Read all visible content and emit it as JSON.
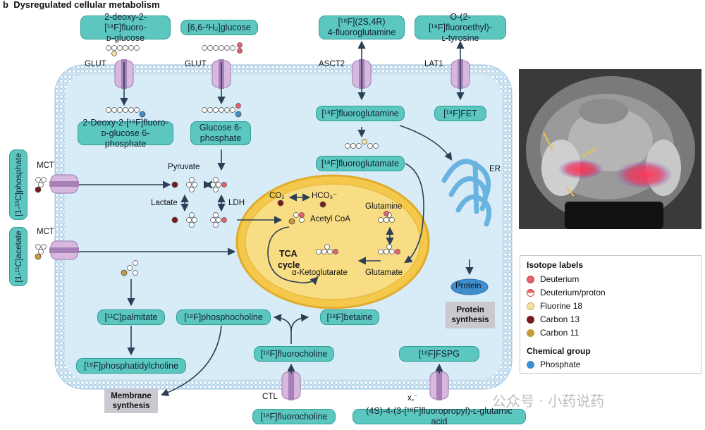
{
  "panel": {
    "letter": "b",
    "title": "Dysregulated cellular metabolism"
  },
  "labels": {
    "fdg": [
      "2-deoxy-2-[¹⁸F]fluoro-",
      "ᴅ-glucose"
    ],
    "d2glucose": [
      "[6,6-²H₂]glucose"
    ],
    "fgln_top": [
      "[¹⁸F](2S,4R)",
      "4-fluoroglutamine"
    ],
    "fet_top": [
      "O-(2-[¹⁸F]fluoroethyl)-",
      "ʟ-tyrosine"
    ],
    "fdg6p": [
      "2-Deoxy-2-[¹⁸F]fluoro-",
      "ᴅ-glucose 6-phosphate"
    ],
    "g6p": [
      "Glucose 6-",
      "phosphate"
    ],
    "fgln": [
      "[¹⁸F]fluoroglutamine"
    ],
    "fet": [
      "[¹⁸F]FET"
    ],
    "fglu": [
      "[¹⁸F]fluoroglutamate"
    ],
    "palmitate": [
      "[¹¹C]palmitate"
    ],
    "phosphocholine": [
      "[¹⁸F]phosphocholine"
    ],
    "betaine": [
      "[¹⁸F]betaine"
    ],
    "phosphatidylcholine": [
      "[¹⁸F]phosphatidylcholine"
    ],
    "fcho_in": [
      "[¹⁸F]fluorocholine"
    ],
    "fspg_in": [
      "[¹⁸F]FSPG"
    ],
    "fcho_out": [
      "[¹⁸F]fluorocholine"
    ],
    "fspg_out": [
      "(4S)-4-(3-[¹⁸F]fluoropropyl)-ʟ-glutamic acid"
    ]
  },
  "side_labels": {
    "pyruvate13c": "[1-¹³C]phosphate",
    "acetate11c": "[1-¹¹C]acetate"
  },
  "transporters": {
    "glut1": "GLUT",
    "glut2": "GLUT",
    "asct2": "ASCT2",
    "lat1": "LAT1",
    "mct1": "MCT",
    "mct2": "MCT",
    "ctl": "CTL",
    "xc": "x꜀⁻"
  },
  "metabolites": {
    "pyruvate": "Pyruvate",
    "lactate": "Lactate",
    "ldh": "LDH",
    "co2": "CO₂",
    "hco3": "HCO₃⁻",
    "acetyl_coa": "Acetyl CoA",
    "glutamine": "Glutamine",
    "tca": "TCA",
    "cycle": "cycle",
    "akg": "α-Ketoglutarate",
    "glutamate": "Glutamate",
    "er": "ER",
    "protein": "Protein"
  },
  "boxes": {
    "protein_synthesis": [
      "Protein",
      "synthesis"
    ],
    "membrane_synthesis": [
      "Membrane",
      "synthesis"
    ]
  },
  "legend": {
    "isotope_title": "Isotope labels",
    "isotopes": [
      {
        "name": "Deuterium",
        "color": "#e8606a"
      },
      {
        "name": "Deuterium/proton",
        "color": "half"
      },
      {
        "name": "Fluorine 18",
        "color": "#f6e39a"
      },
      {
        "name": "Carbon 13",
        "color": "#7a1a1f"
      },
      {
        "name": "Carbon 11",
        "color": "#c89a3a"
      }
    ],
    "group_title": "Chemical group",
    "groups": [
      {
        "name": "Phosphate",
        "color": "#3f8ed0"
      }
    ]
  },
  "watermark": "公众号 · 小药说药",
  "colors": {
    "cell": "#d7ecf7",
    "membrane": "#a8cfe7",
    "label": "#5cc7bf",
    "mito": "#f4c84a",
    "er": "#68b3df",
    "arrow": "#2d3f55"
  }
}
